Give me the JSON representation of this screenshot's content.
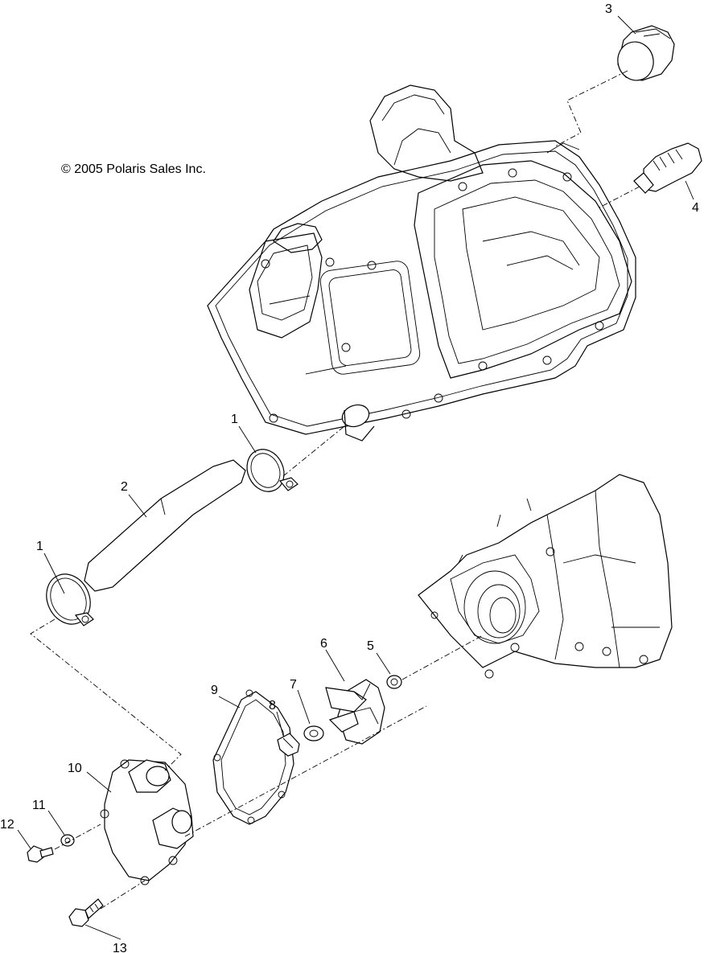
{
  "copyright": "© 2005 Polaris Sales Inc.",
  "callouts": {
    "c1a": "1",
    "c1b": "1",
    "c2": "2",
    "c3": "3",
    "c4": "4",
    "c5": "5",
    "c6": "6",
    "c7": "7",
    "c8": "8",
    "c9": "9",
    "c10": "10",
    "c11": "11",
    "c12": "12",
    "c13": "13"
  }
}
